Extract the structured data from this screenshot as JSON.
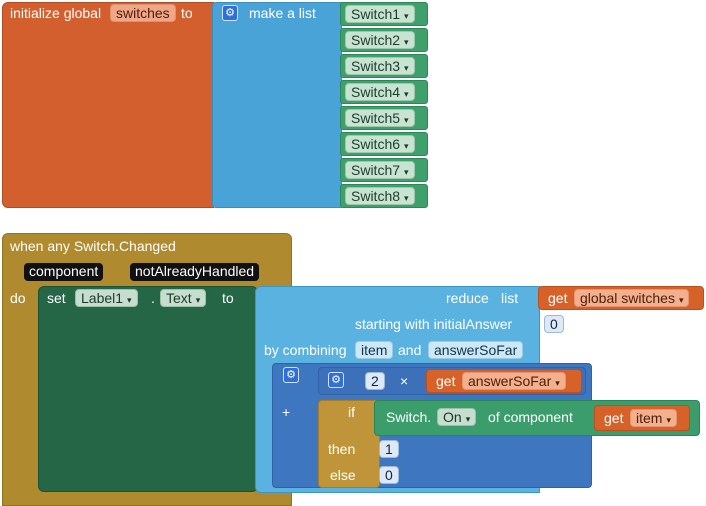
{
  "global": {
    "label_init": "initialize global",
    "var_name": "switches",
    "label_to": "to",
    "make_list": "make a list",
    "items": [
      "Switch1",
      "Switch2",
      "Switch3",
      "Switch4",
      "Switch5",
      "Switch6",
      "Switch7",
      "Switch8"
    ]
  },
  "event": {
    "title": "when any Switch.Changed",
    "params": [
      "component",
      "notAlreadyHandled"
    ],
    "do_label": "do",
    "set_label": "set",
    "component": "Label1",
    "dot": ".",
    "property": "Text",
    "to_label": "to",
    "reduce": {
      "label": "reduce",
      "list_label": "list",
      "get_label": "get",
      "list_var": "global switches",
      "starting_label": "starting with initialAnswer",
      "initial_value": "0",
      "by_combining": "by combining",
      "item_var": "item",
      "and_label": "and",
      "acc_var": "answerSoFar"
    },
    "math": {
      "plus": "+",
      "times": "×",
      "two": "2",
      "get_label": "get",
      "acc_var": "answerSoFar"
    },
    "ifexpr": {
      "if_label": "if",
      "then_label": "then",
      "else_label": "else",
      "switch_label": "Switch.",
      "on_prop": "On",
      "of_component": "of component",
      "get_label": "get",
      "item_var": "item",
      "then_value": "1",
      "else_value": "0"
    }
  },
  "dropdown_arrow": "▾",
  "gear_glyph": "⚙"
}
